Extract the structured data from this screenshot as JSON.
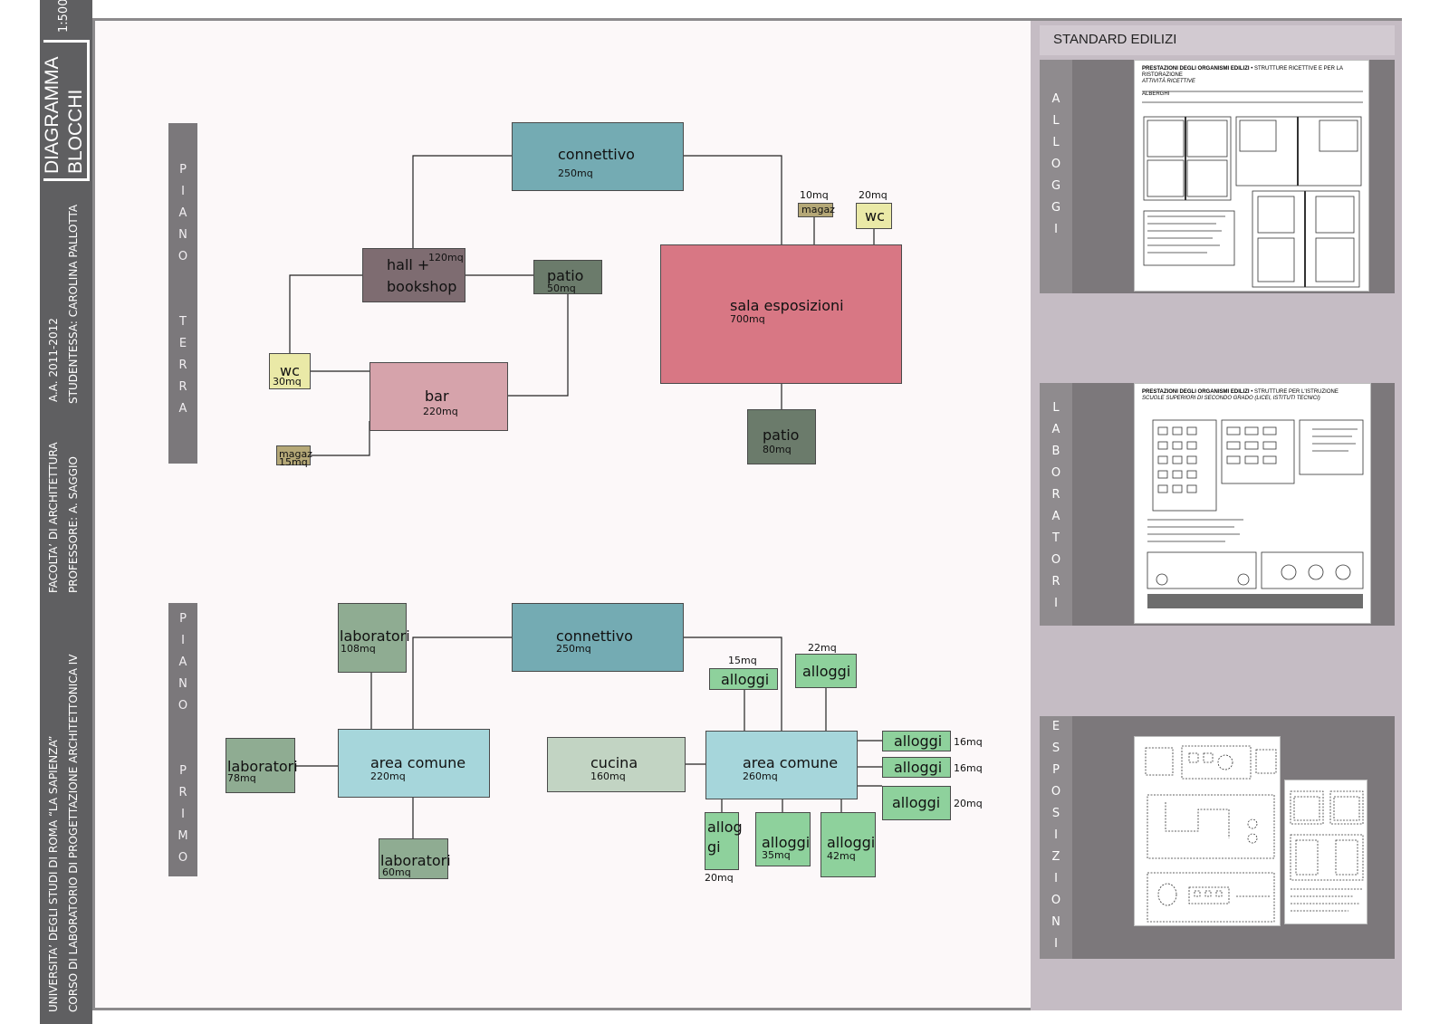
{
  "sidebar": {
    "scale": "1:500",
    "title_line1": "DIAGRAMMA",
    "title_line2": "BLOCCHI",
    "university": "UNIVERSITA’ DEGLI STUDI DI ROMA “LA SAPIENZA”",
    "faculty": "FACOLTA’ DI ARCHITETTURA",
    "academic_year": "A.A. 2011-2012",
    "course": "CORSO DI LABORATORIO DI PROGETTAZIONE ARCHITETTONICA IV",
    "professor": "PROFESSORE: A. SAGGIO",
    "student": "STUDENTESSA: CAROLINA PALLOTTA"
  },
  "floors": {
    "ground": {
      "top": [
        "P",
        "I",
        "A",
        "N",
        "O"
      ],
      "bottom": [
        "T",
        "E",
        "R",
        "R",
        "A"
      ]
    },
    "first": {
      "top": [
        "P",
        "I",
        "A",
        "N",
        "O"
      ],
      "bottom": [
        "P",
        "R",
        "I",
        "M",
        "O"
      ]
    }
  },
  "ground_blocks": {
    "connettivo": {
      "name": "connettivo",
      "area": "250mq"
    },
    "hall": {
      "name1": "hall +",
      "name2": "bookshop",
      "area": "120mq"
    },
    "patio_small": {
      "name": "patio",
      "area": "50mq"
    },
    "wc": {
      "name": "wc",
      "area": "30mq"
    },
    "bar": {
      "name": "bar",
      "area": "220mq"
    },
    "magaz_small": {
      "name": "magaz",
      "area": "15mq"
    },
    "sala": {
      "name": "sala esposizioni",
      "area": "700mq"
    },
    "magaz_top": {
      "name": "magaz",
      "area": "10mq"
    },
    "wc_top": {
      "name": "wc",
      "area": "20mq"
    },
    "patio_big": {
      "name": "patio",
      "area": "80mq"
    }
  },
  "first_blocks": {
    "lab_top": {
      "name": "laboratori",
      "area": "108mq"
    },
    "connettivo": {
      "name": "connettivo",
      "area": "250mq"
    },
    "lab_left": {
      "name": "laboratori",
      "area": "78mq"
    },
    "area_comune_left": {
      "name": "area comune",
      "area": "220mq"
    },
    "lab_bottom": {
      "name": "laboratori",
      "area": "60mq"
    },
    "cucina": {
      "name": "cucina",
      "area": "160mq"
    },
    "area_comune_right": {
      "name": "area comune",
      "area": "260mq"
    },
    "alloggi_15": {
      "name": "alloggi",
      "area": "15mq"
    },
    "alloggi_22": {
      "name": "alloggi",
      "area": "22mq"
    },
    "alloggi_r1": {
      "name": "alloggi",
      "area": "16mq"
    },
    "alloggi_r2": {
      "name": "alloggi",
      "area": "16mq"
    },
    "alloggi_r3": {
      "name": "alloggi",
      "area": "20mq"
    },
    "alloggi_b1": {
      "name1": "allog",
      "name2": "gi",
      "area": "20mq"
    },
    "alloggi_b2": {
      "name": "alloggi",
      "area": "35mq"
    },
    "alloggi_b3": {
      "name": "alloggi",
      "area": "42mq"
    }
  },
  "standards": {
    "title": "STANDARD EDILIZI",
    "alloggi": {
      "letters": [
        "A",
        "L",
        "L",
        "O",
        "G",
        "G",
        "I"
      ],
      "sheet_title": "PRESTAZIONI DEGLI ORGANISMI EDILIZI",
      "sheet_sub": "• STRUTTURE RICETTIVE E PER LA RISTORAZIONE",
      "sheet_sub2": "ATTIVITÀ RICETTIVE",
      "sheet_section": "ALBERGHI"
    },
    "laboratori": {
      "letters": [
        "L",
        "A",
        "B",
        "O",
        "R",
        "A",
        "T",
        "O",
        "R",
        "I"
      ],
      "sheet_title": "PRESTAZIONI DEGLI ORGANISMI EDILIZI",
      "sheet_sub": "• STRUTTURE PER L'ISTRUZIONE",
      "sheet_sub2": "SCUOLE SUPERIORI DI SECONDO GRADO (LICEI, ISTITUTI TECNICI)"
    },
    "esposizioni": {
      "letters": [
        "E",
        "S",
        "P",
        "O",
        "S",
        "I",
        "Z",
        "I",
        "O",
        "N",
        "I"
      ]
    }
  },
  "colors": {
    "connettivo": "#74abb3",
    "hall": "#7e6c71",
    "patio": "#6b7b6b",
    "wc": "#eae9a7",
    "bar": "#d6a3ab",
    "magaz": "#b5a877",
    "sala": "#d87784",
    "lab": "#8fac92",
    "area_comune": "#a6d6db",
    "cucina": "#c2d4c3",
    "alloggi": "#8ed19c"
  }
}
